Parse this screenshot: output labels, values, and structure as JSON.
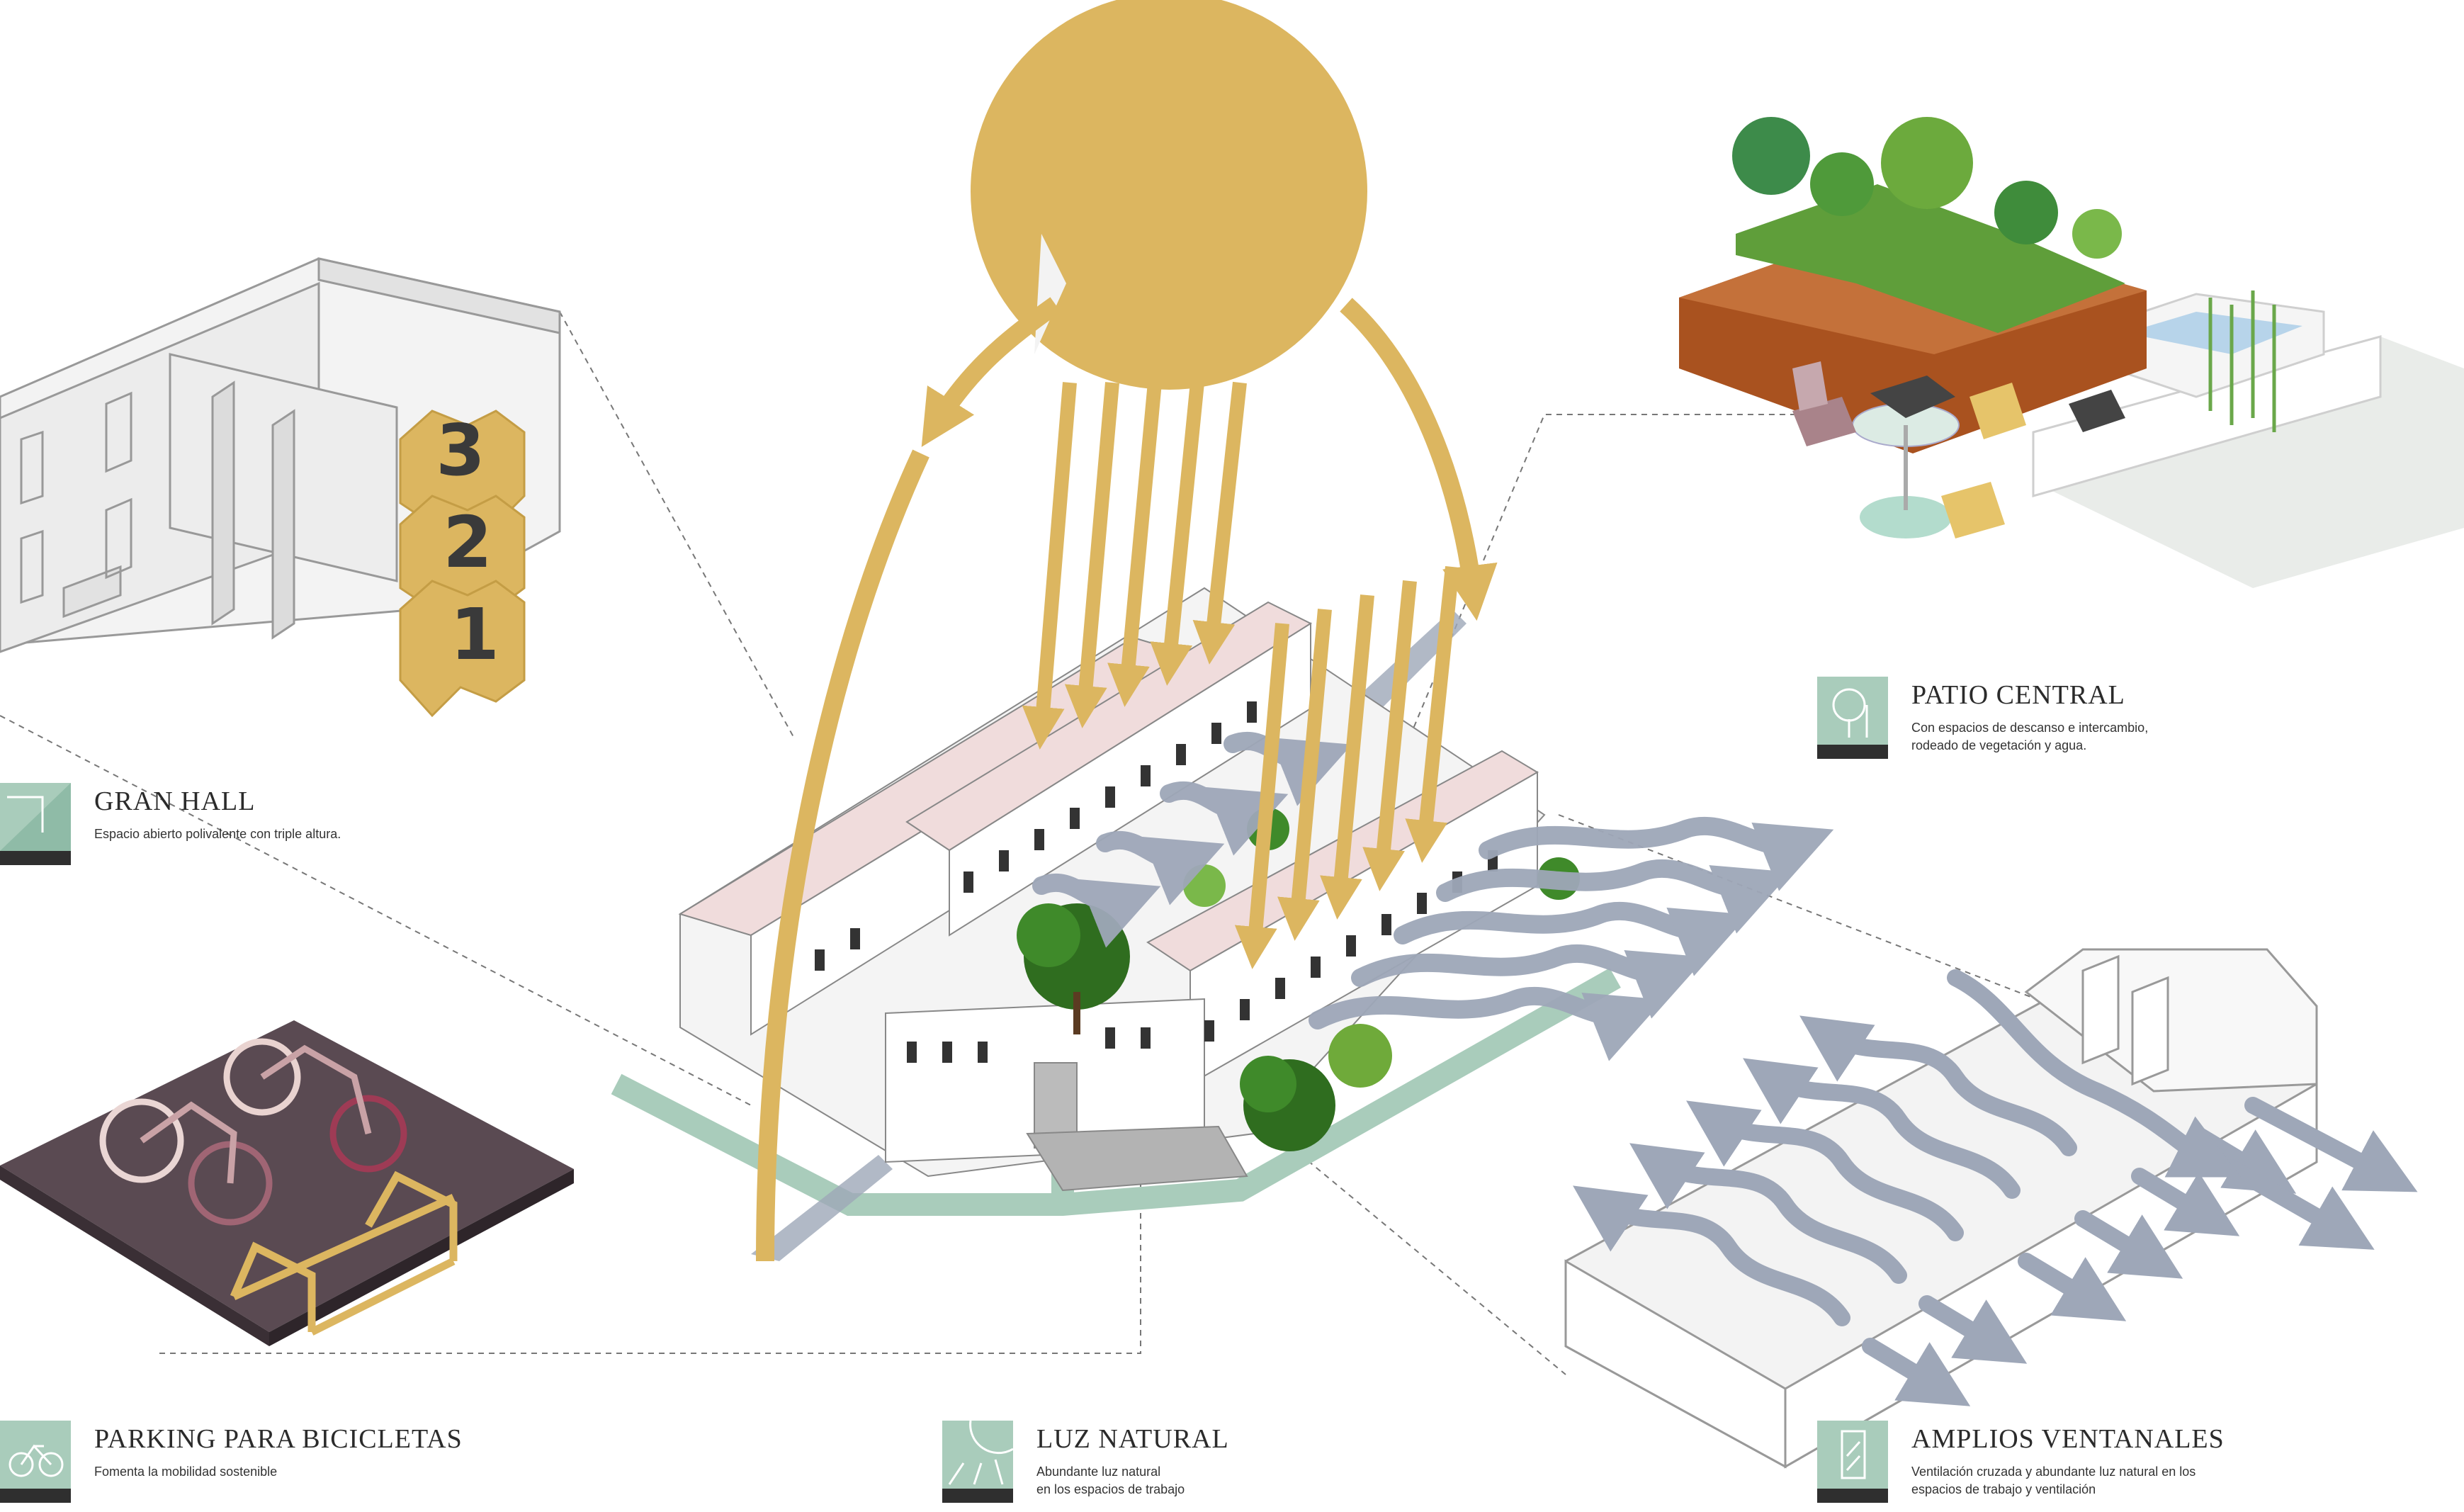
{
  "colors": {
    "sun": "#dcb660",
    "wind": "#9ea7b8",
    "path": "#a9ccbb",
    "icon_bg": "#a9ccbb",
    "icon_bar": "#2f2f2f",
    "roof": "#f0dcdc",
    "wood": "#a9521f",
    "bike_floor": "#5a4a52"
  },
  "cards": [
    {
      "id": "gran-hall",
      "title": "GRAN HALL",
      "desc": "Espacio abierto polivalente con triple altura.",
      "icon": "hall-icon"
    },
    {
      "id": "patio-central",
      "title": "PATIO CENTRAL",
      "desc": "Con espacios de descanso e intercambio,\nrodeado de vegetación y agua.",
      "icon": "tree-icon"
    },
    {
      "id": "parking",
      "title": "PARKING PARA BICICLETAS",
      "desc": "Fomenta la mobilidad sostenible",
      "icon": "bicycle-icon"
    },
    {
      "id": "luz-natural",
      "title": "LUZ NATURAL",
      "desc": "Abundante luz natural\nen los espacios de trabajo",
      "icon": "sun-icon"
    },
    {
      "id": "ventanales",
      "title": "AMPLIOS VENTANALES",
      "desc": "Ventilación cruzada y abundante luz natural en los\nespacios de trabajo y ventilación",
      "icon": "window-icon"
    }
  ],
  "floor_numbers": [
    "3",
    "2",
    "1"
  ]
}
